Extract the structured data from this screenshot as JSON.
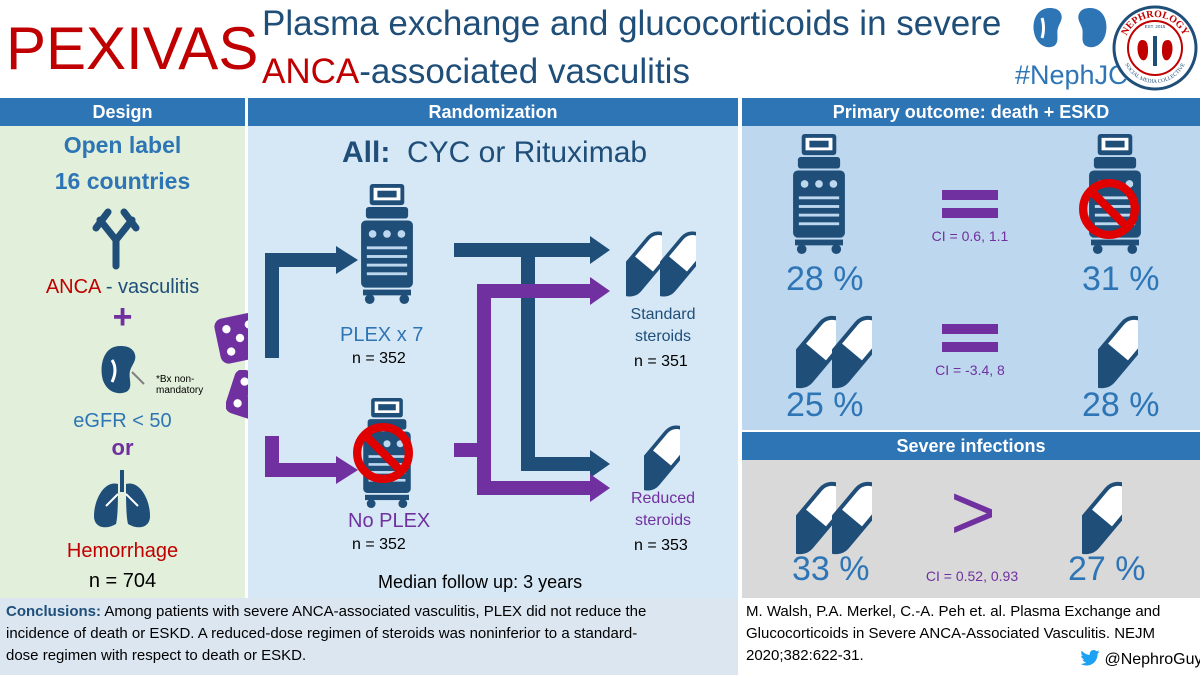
{
  "header": {
    "acronym": "PEXIVAS",
    "title_line1": "Plasma exchange and glucocorticoids in severe",
    "title_line2_red": "ANCA",
    "title_line2_rest": "-associated vasculitis",
    "hashtag": "#NephJC",
    "logo_text_top": "NEPHROLOGY",
    "logo_text_bottom": "SOCIAL MEDIA COLLECTIVE",
    "logo_est": "EST. 2015"
  },
  "design": {
    "header": "Design",
    "line1": "Open label",
    "line2": "16 countries",
    "anca_red": "ANCA",
    "anca_rest": " - vasculitis",
    "plus": "+",
    "bx_note": "*Bx non-mandatory",
    "egfr": "eGFR < 50",
    "or": "or",
    "hemorrhage": "Hemorrhage",
    "n": "n = 704"
  },
  "randomization": {
    "header": "Randomization",
    "all_label": "All:",
    "all_text": "CYC or Rituximab",
    "plex_label": "PLEX  x 7",
    "plex_n": "n = 352",
    "noplex_label": "No PLEX",
    "noplex_n": "n = 352",
    "standard_label_1": "Standard",
    "standard_label_2": "steroids",
    "standard_n": "n = 351",
    "reduced_label_1": "Reduced",
    "reduced_label_2": "steroids",
    "reduced_n": "n = 353",
    "followup": "Median follow up: 3 years"
  },
  "outcome": {
    "header": "Primary outcome: death + ESKD",
    "plex_pct": "28 %",
    "noplex_pct": "31 %",
    "plex_ci": "CI = 0.6, 1.1",
    "std_pct": "25 %",
    "red_pct": "28 %",
    "steroid_ci": "CI = -3.4, 8"
  },
  "infections": {
    "header": "Severe infections",
    "std_pct": "33 %",
    "red_pct": "27 %",
    "symbol": ">",
    "ci": "CI = 0.52, 0.93"
  },
  "conclusions": {
    "label": "Conclusions:",
    "text": " Among patients with severe ANCA-associated vasculitis, PLEX did not reduce the incidence of death or ESKD. A reduced-dose regimen of steroids was noninferior to a standard-dose regimen with respect to death or ESKD."
  },
  "citation": {
    "text": "M. Walsh, P.A. Merkel, C.-A. Peh et. al. Plasma Exchange and Glucocorticoids in Severe ANCA-Associated Vasculitis. NEJM 2020;382:622-31.",
    "twitter": "@NephroGuy"
  },
  "colors": {
    "dark_blue": "#1f4e79",
    "mid_blue": "#2e75b6",
    "red": "#c00000",
    "purple": "#7030a0"
  }
}
